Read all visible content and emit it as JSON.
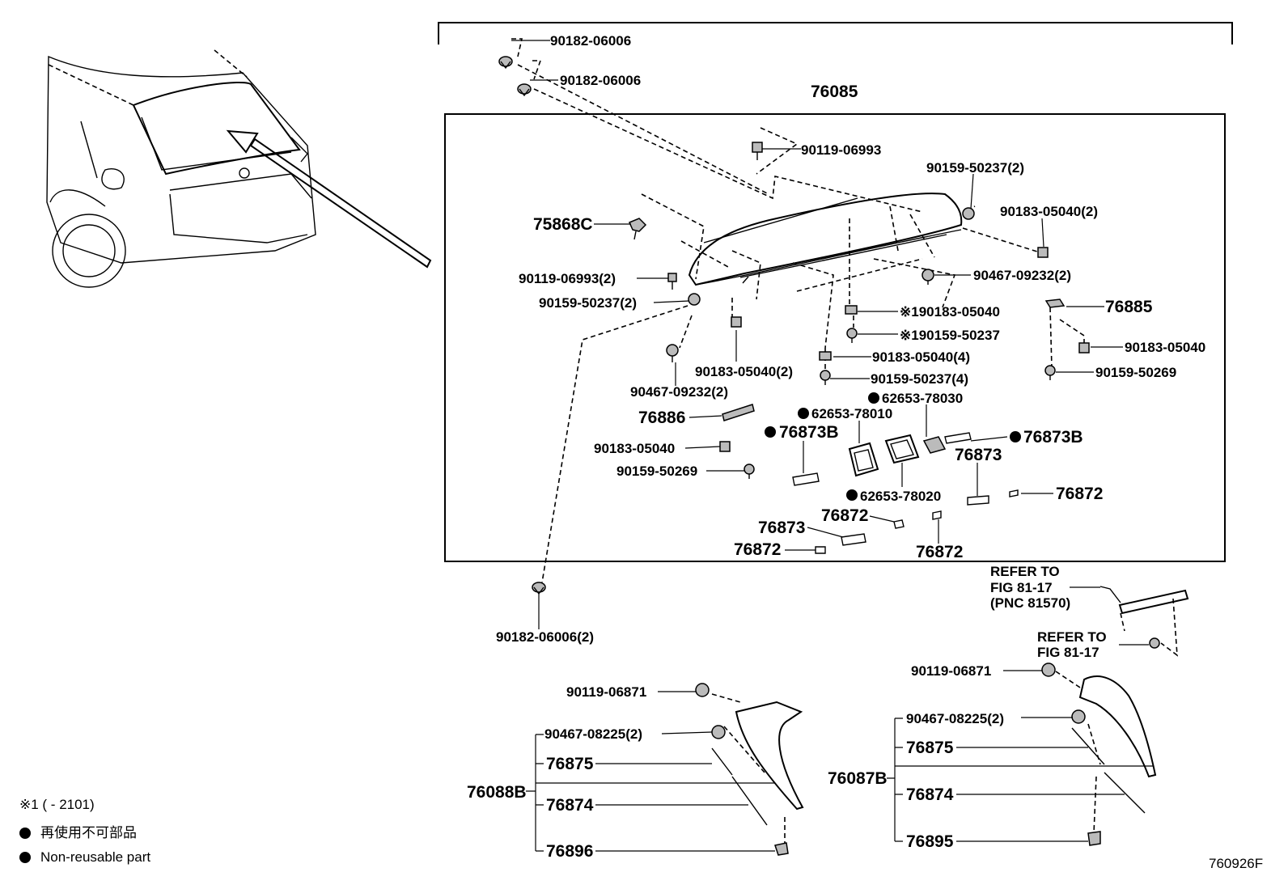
{
  "labels": {
    "l_76085": "76085",
    "l_90182_a": "90182-06006",
    "l_90182_b": "90182-06006",
    "l_90119_a": "90119-06993",
    "l_90159_a": "90159-50237(2)",
    "l_90183_a": "90183-05040(2)",
    "l_75868C": "75868C",
    "l_90467_a": "90467-09232(2)",
    "l_90119_b": "90119-06993(2)",
    "l_90159_b": "90159-50237(2)",
    "l_n1_90183": "※190183-05040",
    "l_n1_90159": "※190159-50237",
    "l_76885": "76885",
    "l_90183_b": "90183-05040(4)",
    "l_90183_c": "90183-05040",
    "l_90183_d": "90183-05040(2)",
    "l_90159_c": "90159-50237(4)",
    "l_90159_d": "90159-50269",
    "l_90467_b": "90467-09232(2)",
    "l_62653_78030": "62653-78030",
    "l_62653_78010": "62653-78010",
    "l_76886": "76886",
    "l_76873B_a": "76873B",
    "l_76873B_b": "76873B",
    "l_90183_e": "90183-05040",
    "l_76873_a": "76873",
    "l_90159_e": "90159-50269",
    "l_62653_78020": "62653-78020",
    "l_76872_a": "76872",
    "l_76872_b": "76872",
    "l_76873_b": "76873",
    "l_76872_c": "76872",
    "l_76872_d": "76872",
    "l_refer1_a": "REFER TO",
    "l_refer1_b": "FIG 81-17",
    "l_refer1_c": "(PNC 81570)",
    "l_90182_c": "90182-06006(2)",
    "l_refer2_a": "REFER TO",
    "l_refer2_b": "FIG 81-17",
    "l_90119_c": "90119-06871",
    "l_90119_d": "90119-06871",
    "l_90467_c": "90467-08225(2)",
    "l_90467_d": "90467-08225(2)",
    "l_76875_a": "76875",
    "l_76875_b": "76875",
    "l_76088B": "76088B",
    "l_76087B": "76087B",
    "l_76874_a": "76874",
    "l_76874_b": "76874",
    "l_76896": "76896",
    "l_76895": "76895"
  },
  "legend": {
    "note": "※1 (      - 2101)",
    "jp": "再使用不可部品",
    "en": "Non-reusable part"
  },
  "figure_id": "760926F"
}
